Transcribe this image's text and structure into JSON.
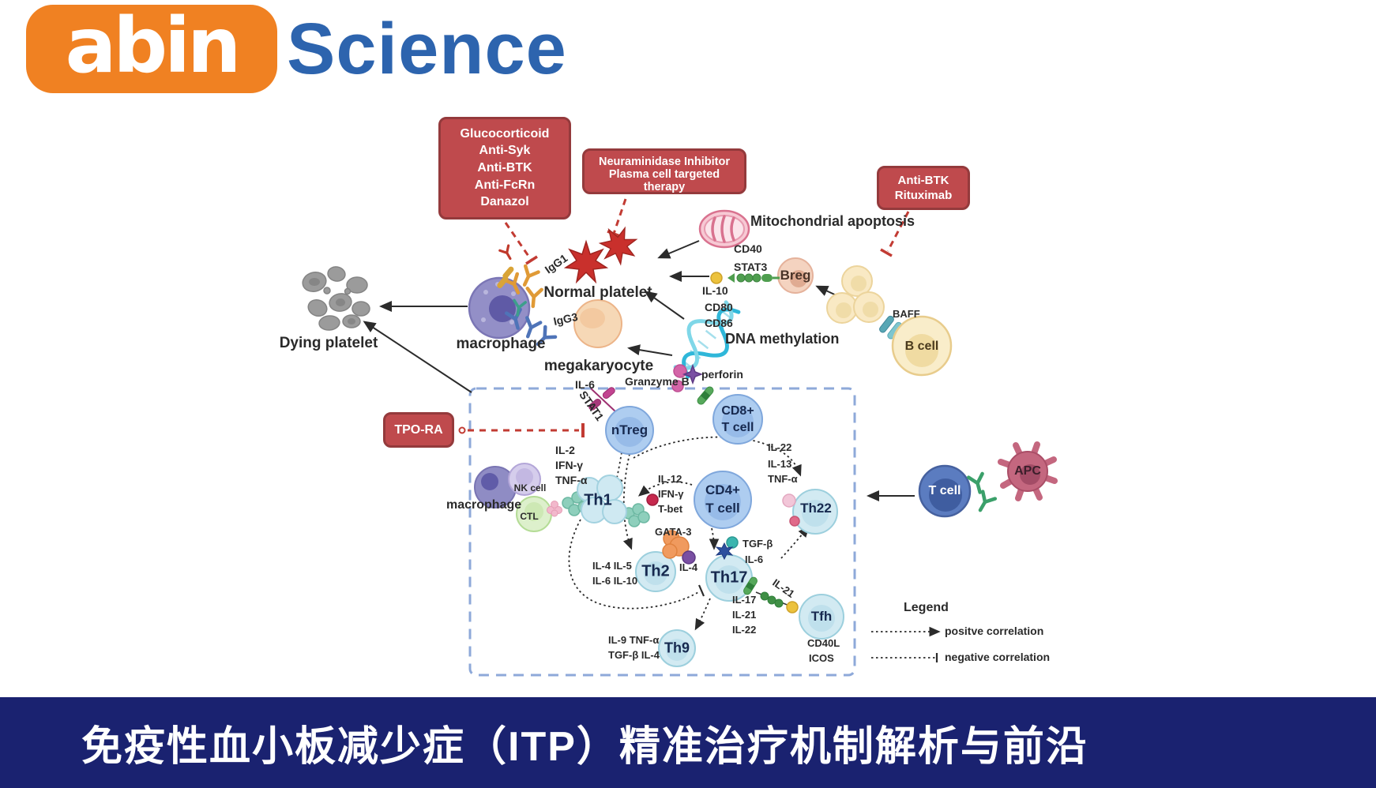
{
  "header": {
    "logo_orange": "abin",
    "logo_science": "Science"
  },
  "therapy_boxes": {
    "box1": {
      "lines": [
        "Glucocorticoid",
        "Anti-Syk",
        "Anti-BTK",
        "Anti-FcRn",
        "Danazol"
      ]
    },
    "box2": {
      "lines": [
        "Neuraminidase Inhibitor",
        "Plasma cell targeted therapy"
      ]
    },
    "box3": {
      "lines": [
        "Anti-BTK",
        "Rituximab"
      ]
    },
    "tpo": "TPO-RA"
  },
  "labels": {
    "mito": "Mitochondrial apoptosis",
    "cd40": "CD40",
    "stat3": "STAT3",
    "breg": "Breg",
    "il10": "IL-10",
    "cd80": "CD80",
    "cd86": "CD86",
    "dna": "DNA methylation",
    "normal_platelet": "Normal platelet",
    "megakaryocyte": "megakaryocyte",
    "macrophage_upper": "macrophage",
    "dying_platelet": "Dying platelet",
    "igg1": "IgG1",
    "igg3": "IgG3",
    "baff": "BAFF",
    "b_cell": "B cell",
    "granzyme_b": "Granzyme B",
    "perforin": "perforin",
    "il6_upper": "IL-6",
    "stat1": "STAT1",
    "ntreg": "nTreg",
    "cd8_line1": "CD8+",
    "cd8_line2": "T cell",
    "il2": "IL-2",
    "ifng_left": "IFN-γ",
    "tnfa_left": "TNF-α",
    "nk_cell": "NK cell",
    "macrophage_lower": "macrophage",
    "ctl": "CTL",
    "th1": "Th1",
    "il12": "IL-12",
    "ifng_mid": "IFN-γ",
    "tbet": "T-bet",
    "cd4_line1": "CD4+",
    "cd4_line2": "T cell",
    "il22_right": "IL-22",
    "il13": "IL-13",
    "tnfa_right": "TNF-α",
    "th22": "Th22",
    "gata3": "GATA-3",
    "il4_dot": "IL-4",
    "th2": "Th2",
    "il4_il5": "IL-4 IL-5",
    "il6_il10": "IL-6 IL-10",
    "tgfb": "TGF-β",
    "il6_th17": "IL-6",
    "th17": "Th17",
    "il17": "IL-17",
    "il21_list": "IL-21",
    "il22_list": "IL-22",
    "il21_rot": "IL-21",
    "tfh": "Tfh",
    "cd40l": "CD40L",
    "icos": "ICOS",
    "th9": "Th9",
    "il9_tnfa": "IL-9 TNF-α",
    "tgfb_il4": "TGF-β IL-4",
    "t_cell_right": "T cell",
    "apc": "APC"
  },
  "legend": {
    "title": "Legend",
    "positive": "positve correlation",
    "negative": "negative correlation"
  },
  "banner": {
    "title": "免疫性血小板减少症（ITP）精准治疗机制解析与前沿"
  },
  "colors": {
    "logo_orange": "#F08122",
    "logo_blue": "#2D64AE",
    "therapy_red": "#BF4A4D",
    "therapy_border": "#943A3C",
    "inhibit_red": "#C23B33",
    "tcell_box_dash": "#8EA9D9",
    "banner_navy": "#1A2270"
  }
}
